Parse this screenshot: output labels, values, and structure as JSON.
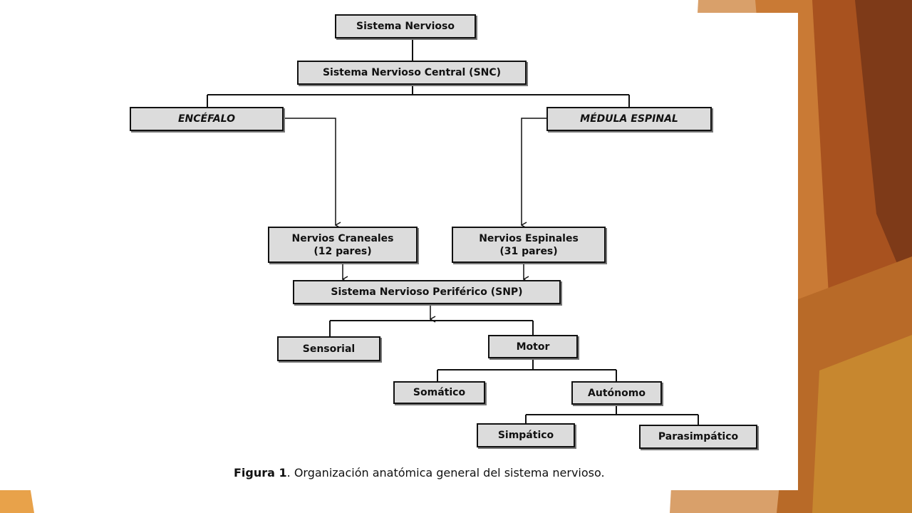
{
  "diagram": {
    "nodes": {
      "sistema_nervioso": "Sistema Nervioso",
      "snc": "Sistema Nervioso Central (SNC)",
      "encefalo": "ENCÉFALO",
      "medula": "MÉDULA ESPINAL",
      "craneales_1": "Nervios Craneales",
      "craneales_2": "(12 pares)",
      "espinales_1": "Nervios Espinales",
      "espinales_2": "(31 pares)",
      "snp": "Sistema Nervioso Periférico (SNP)",
      "sensorial": "Sensorial",
      "motor": "Motor",
      "somatico": "Somático",
      "autonomo": "Autónomo",
      "simpatico": "Simpático",
      "parasimpatico": "Parasimpático"
    },
    "caption": {
      "label": "Figura 1",
      "text": ". Organización anatómica general del sistema nervioso."
    }
  },
  "colors": {
    "box_fill": "#dcdcdc",
    "border": "#111111",
    "decor_orange": "#e8a24a",
    "decor_brown": "#9c4a1f"
  }
}
